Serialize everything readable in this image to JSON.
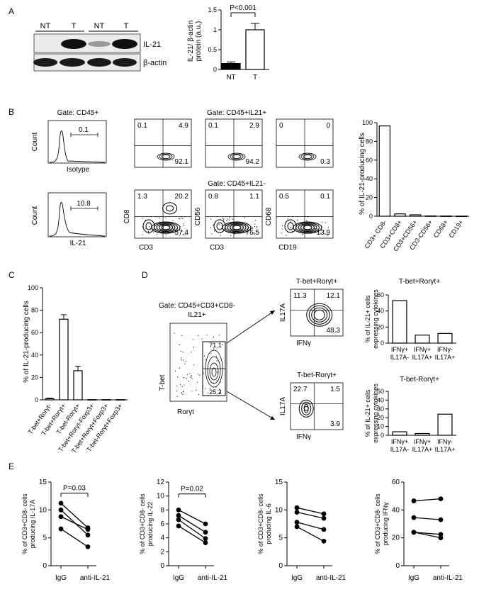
{
  "panel_labels": {
    "A": "A",
    "B": "B",
    "C": "C",
    "D": "D",
    "E": "E"
  },
  "blot": {
    "lane_labels": [
      "NT",
      "T",
      "NT",
      "T"
    ],
    "rows": [
      "IL-21",
      "β-actin"
    ]
  },
  "a_chart": {
    "ylabel_1": "IL-21/ β-actin",
    "ylabel_2": "protein (a.u.)",
    "yticks": [
      "0",
      "0.5",
      "1",
      "1.5"
    ],
    "pvalue": "P<0.001"
  },
  "b_hist": {
    "gate": "Gate: CD45+",
    "top": {
      "value": "0.1",
      "xlabel": "Isotype",
      "ylabel": "Count"
    },
    "bottom": {
      "value": "10.8",
      "xlabel": "IL-21",
      "ylabel": "Count"
    }
  },
  "b_gates": {
    "top": "Gate: CD45+IL21+",
    "bottom": "Gate: CD45+IL21-"
  },
  "b_contours": [
    {
      "q": [
        "0.1",
        "4.9",
        "92.1"
      ]
    },
    {
      "q": [
        "0.1",
        "2.9",
        "94.2"
      ]
    },
    {
      "q": [
        "0",
        "0",
        "0.3"
      ]
    },
    {
      "q": [
        "1.3",
        "20.2",
        "57.4"
      ],
      "xlabel": "CD3",
      "ylabel": "CD8"
    },
    {
      "q": [
        "0.8",
        "1.1",
        "76.5"
      ],
      "xlabel": "CD3",
      "ylabel": "CD56"
    },
    {
      "q": [
        "0.5",
        "0.1",
        "13.9"
      ],
      "xlabel": "CD19",
      "ylabel": "CD68"
    }
  ],
  "b_bar": {
    "ylabel": "% of IL-21-producing cells",
    "yticks": [
      "0",
      "20",
      "40",
      "60",
      "80",
      "100"
    ]
  },
  "c_bar": {
    "ylabel": "% of IL-21-producing cells",
    "yticks": [
      "0",
      "20",
      "40",
      "60",
      "80",
      "100"
    ]
  },
  "d": {
    "gate_1": "Gate: CD45+CD3+CD8-",
    "gate_2": "IL21+",
    "main_vals": [
      "71.1",
      "25.2"
    ],
    "main_xlabel": "Rorγt",
    "main_ylabel": "T-bet",
    "top_title": "T-bet+Rorγt+",
    "top_vals": [
      "11.3",
      "12.1",
      "48.3"
    ],
    "bottom_title": "T-bet-Rorγt+",
    "bottom_vals": [
      "22.7",
      "1.5",
      "3.9"
    ],
    "ylabel_small": "IL17A",
    "xlabel_small": "IFNγ",
    "bar1_title": "T-bet+Rorγt+",
    "bar2_title": "T-bet-Rorγt+",
    "bar_ylabel_1": "% of IL-21+ cells",
    "bar_ylabel_2": "expressing cytokines",
    "bar1_yticks": [
      "0",
      "20",
      "40",
      "60"
    ],
    "bar2_yticks": [
      "0",
      "10",
      "20",
      "30",
      "40",
      "50"
    ]
  },
  "e": {
    "xlabels": [
      "IgG",
      "anti-IL-21"
    ],
    "panels": [
      {
        "ylabel_1": "% of CD3+CD8- cells",
        "ylabel_2": "producing IL-17A",
        "pvalue": "P=0.03",
        "yticks": [
          "0",
          "5",
          "10",
          "15"
        ]
      },
      {
        "ylabel_1": "% of CD3+CD8- cells",
        "ylabel_2": "producing IL-22",
        "pvalue": "P=0.02",
        "yticks": [
          "0",
          "2",
          "4",
          "6",
          "8",
          "10",
          "12"
        ]
      },
      {
        "ylabel_1": "% of CD3+CD8- cells",
        "ylabel_2": "producing IL-6",
        "yticks": [
          "0",
          "5",
          "10",
          "15"
        ]
      },
      {
        "ylabel_1": "% of CD3+CD8- cells",
        "ylabel_2": "producing IFNγ",
        "yticks": [
          "0",
          "20",
          "40",
          "60"
        ]
      }
    ]
  },
  "chart_data": [
    {
      "type": "bar",
      "categories": [
        "NT",
        "T"
      ],
      "values": [
        0.15,
        1.0
      ],
      "errors": [
        0.04,
        0.16
      ],
      "ylim": [
        0,
        1.5
      ]
    },
    {
      "type": "bar",
      "categories": [
        "CD3+ CD8-",
        "CD3+CD8+",
        "CD3+CD56+",
        "CD3-CD56+",
        "CD68+",
        "CD19+"
      ],
      "values": [
        96.5,
        2.5,
        1.5,
        0.3,
        0.2,
        0.1
      ],
      "ylim": [
        0,
        100
      ]
    },
    {
      "type": "bar",
      "categories": [
        "T-bet+Rorγt-",
        "T-bet+Rorγt+",
        "T-bet-Rorγt+",
        "T-bet+Rorγt-Foxp3+",
        "T-bet+Rorγt+Foxp3+",
        "T-bet-Rorγt+Foxp3+"
      ],
      "values": [
        1,
        72,
        26,
        0.2,
        0.2,
        0.2
      ],
      "errors": [
        0.5,
        4,
        4,
        0,
        0,
        0
      ],
      "ylim": [
        0,
        100
      ]
    },
    {
      "type": "bar",
      "title": "T-bet+Rorγt+",
      "categories": [
        "IFNγ+ IL17A-",
        "IFNγ+ IL17A+",
        "IFNγ- IL17A+"
      ],
      "values": [
        53,
        10,
        12
      ],
      "ylim": [
        0,
        60
      ]
    },
    {
      "type": "bar",
      "title": "T-bet-Rorγt+",
      "categories": [
        "IFNγ+ IL17A-",
        "IFNγ+ IL17A+",
        "IFNγ- IL17A+"
      ],
      "values": [
        4,
        2,
        24
      ],
      "ylim": [
        0,
        50
      ]
    },
    {
      "type": "line",
      "categories": [
        "IgG",
        "anti-IL-21"
      ],
      "series": [
        {
          "values": [
            11.2,
            6.8
          ]
        },
        {
          "values": [
            10.0,
            5.5
          ]
        },
        {
          "values": [
            8.8,
            6.5
          ]
        },
        {
          "values": [
            6.6,
            3.4
          ]
        }
      ],
      "ylim": [
        0,
        15
      ]
    },
    {
      "type": "line",
      "categories": [
        "IgG",
        "anti-IL-21"
      ],
      "series": [
        {
          "values": [
            8.0,
            6.0
          ]
        },
        {
          "values": [
            7.2,
            4.8
          ]
        },
        {
          "values": [
            6.6,
            3.9
          ]
        },
        {
          "values": [
            5.7,
            3.3
          ]
        }
      ],
      "ylim": [
        0,
        12
      ]
    },
    {
      "type": "line",
      "categories": [
        "IgG",
        "anti-IL-21"
      ],
      "series": [
        {
          "values": [
            10.4,
            9.3
          ]
        },
        {
          "values": [
            9.6,
            8.5
          ]
        },
        {
          "values": [
            7.8,
            6.5
          ]
        },
        {
          "values": [
            7.0,
            4.4
          ]
        }
      ],
      "ylim": [
        0,
        15
      ]
    },
    {
      "type": "line",
      "categories": [
        "IgG",
        "anti-IL-21"
      ],
      "series": [
        {
          "values": [
            46.5,
            48
          ]
        },
        {
          "values": [
            34.5,
            33
          ]
        },
        {
          "values": [
            24,
            22.5
          ]
        },
        {
          "values": [
            24,
            20
          ]
        }
      ],
      "ylim": [
        0,
        60
      ]
    }
  ]
}
